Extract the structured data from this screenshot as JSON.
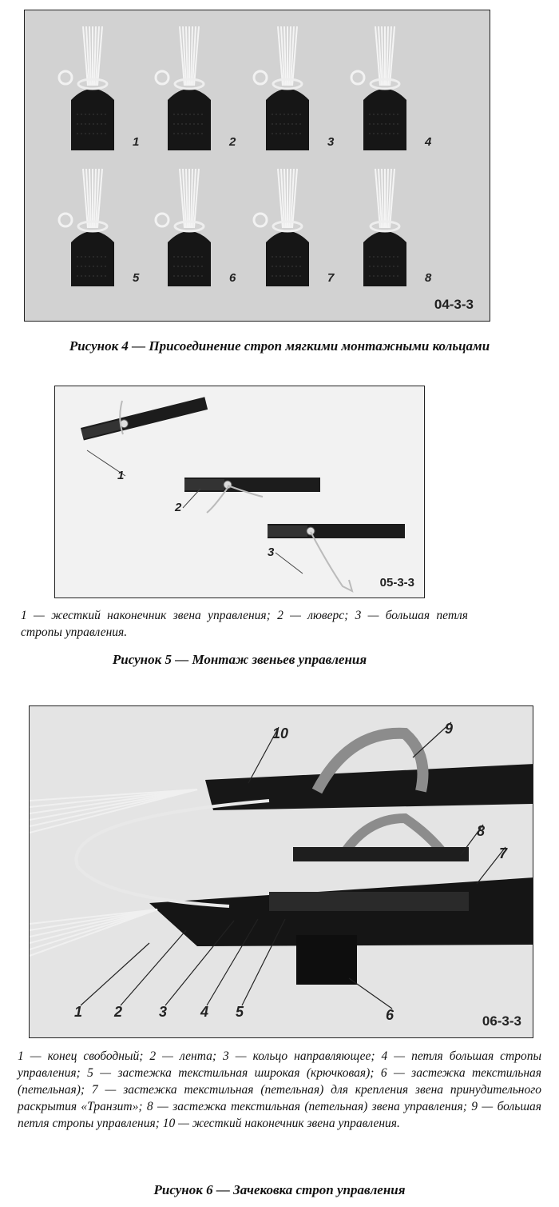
{
  "figure4": {
    "code": "04-3-3",
    "panel_numbers": [
      "1",
      "2",
      "3",
      "4",
      "5",
      "6",
      "7",
      "8"
    ],
    "caption": "Рисунок 4 — Присоединение строп мягкими монтажными кольцами"
  },
  "figure5": {
    "code": "05-3-3",
    "callouts": [
      "1",
      "2",
      "3"
    ],
    "legend": "1 — жесткий наконечник звена управления; 2 — люверс; 3 — большая петля стропы управления.",
    "caption": "Рисунок 5 — Монтаж звеньев управления"
  },
  "figure6": {
    "code": "06-3-3",
    "callouts": [
      "1",
      "2",
      "3",
      "4",
      "5",
      "6",
      "7",
      "8",
      "9",
      "10"
    ],
    "legend": "1 — конец свободный; 2 — лента; 3 — кольцо направляющее; 4 — петля большая стропы управления; 5 — застежка текстильная широкая (крючковая); 6 — застежка текстильная (петельная); 7 — застежка текстильная (петельная) для крепления звена принудительного раскрытия «Транзит»; 8 — застежка текстильная (петельная) звена управления; 9 — большая петля стропы управления; 10 — жесткий наконечник звена управления.",
    "caption": "Рисунок 6 — Зачековка строп управления"
  }
}
